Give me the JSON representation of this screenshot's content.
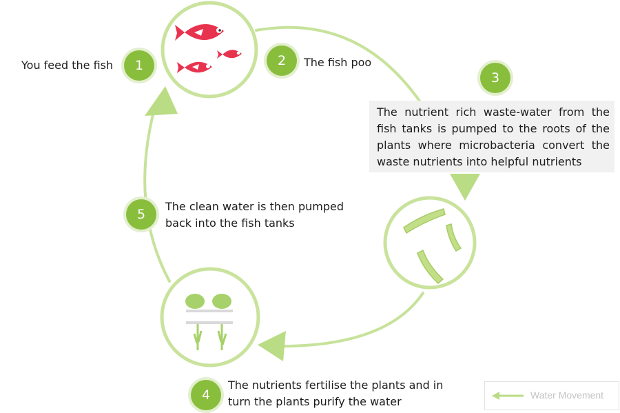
{
  "steps": [
    {
      "number": "1",
      "text": "You feed the fish"
    },
    {
      "number": "2",
      "text": "The fish poo"
    },
    {
      "number": "3",
      "text": "The nutrient rich waste-water from the fish tanks is pumped to the roots of the plants where microbacteria convert the waste nutrients into helpful nutrients"
    },
    {
      "number": "4",
      "lines": [
        "The nutrients fertilise the plants and in",
        "turn the plants purify the water"
      ]
    },
    {
      "number": "5",
      "lines": [
        "The clean water is then pumped",
        "back into the fish tanks"
      ]
    }
  ],
  "legend": {
    "label": "Water Movement"
  },
  "colors": {
    "accent": "#89be3d",
    "arrow": "#b9dc84",
    "ring": "#c9e39c",
    "fish": "#e8334f"
  },
  "icons": [
    "fish-icon",
    "bacteria-icon",
    "plants-icon",
    "arrow-left-icon"
  ]
}
